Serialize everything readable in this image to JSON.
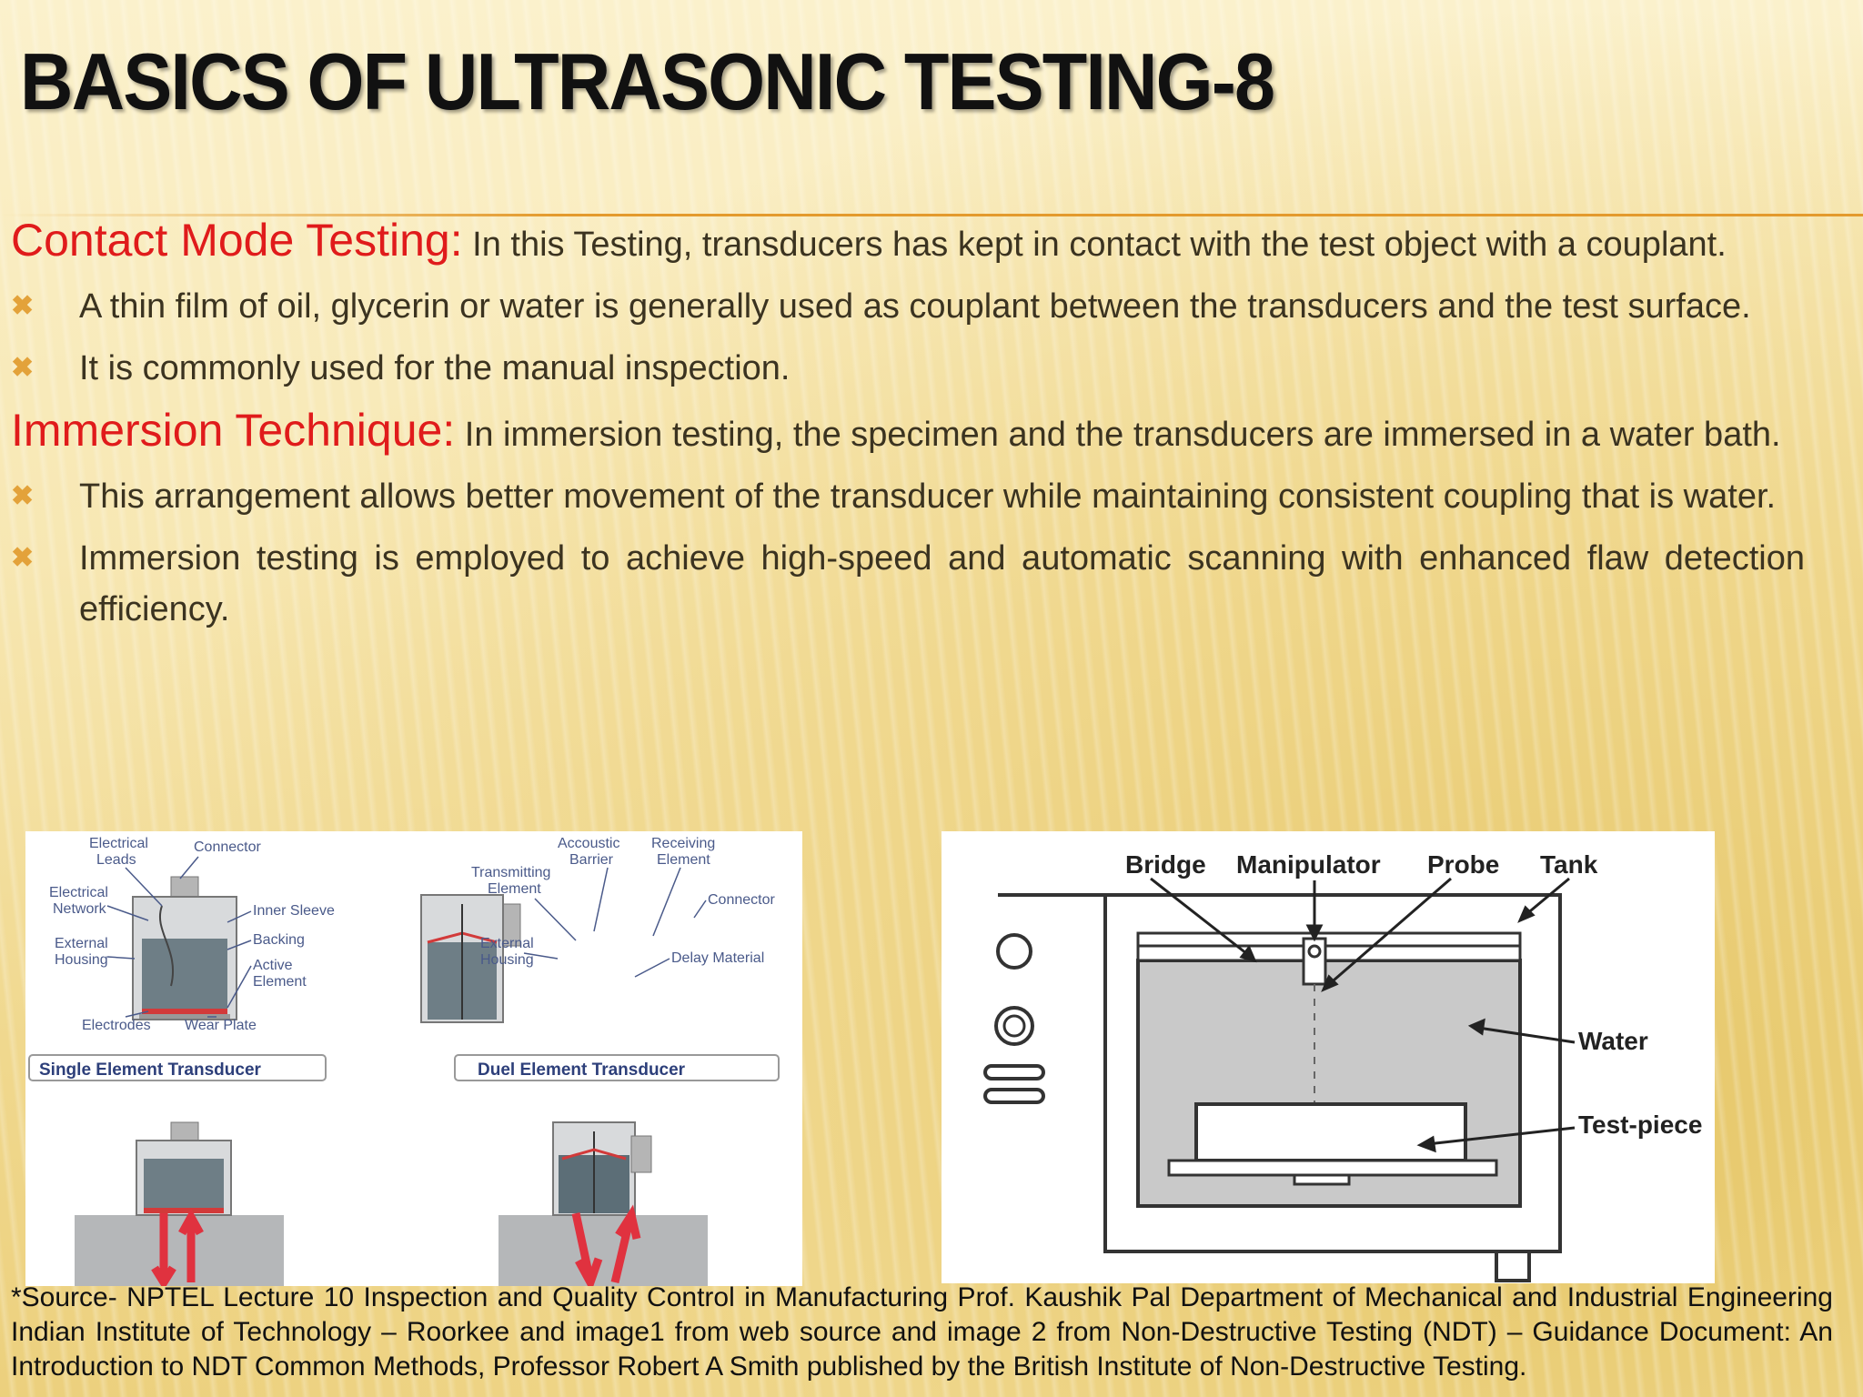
{
  "slide": {
    "title": "BASICS OF ULTRASONIC TESTING-8"
  },
  "contact": {
    "heading": "Contact Mode Testing:",
    "text": " In this Testing, transducers has kept  in  contact with the test object with a couplant.",
    "bullets": [
      "A thin film of oil, glycerin or water is generally used as couplant between the transducers and the test surface.",
      "It is commonly used for the manual inspection."
    ]
  },
  "immersion": {
    "heading": "Immersion Technique:",
    "text": " In immersion testing, the specimen and the transducers are immersed in a water bath.",
    "bullets": [
      "This arrangement allows better movement of the transducer while maintaining consistent coupling that is water.",
      "Immersion testing is employed to achieve high-speed and automatic scanning with enhanced flaw detection efficiency."
    ]
  },
  "bullet_icon": "cross-bullet-icon",
  "figure1": {
    "single": {
      "caption": "Single Element Transducer",
      "labels": {
        "electrical_leads_1": "Electrical",
        "electrical_leads_2": "Leads",
        "connector": "Connector",
        "electrical_network_1": "Electrical",
        "electrical_network_2": "Network",
        "inner_sleeve": "Inner Sleeve",
        "external_housing_1": "External",
        "external_housing_2": "Housing",
        "backing": "Backing",
        "active_element_1": "Active",
        "active_element_2": "Element",
        "electrodes": "Electrodes",
        "wear_plate": "Wear Plate"
      }
    },
    "dual": {
      "caption": "Duel Element Transducer",
      "labels": {
        "acoustic_barrier_1": "Accoustic",
        "acoustic_barrier_2": "Barrier",
        "receiving_element_1": "Receiving",
        "receiving_element_2": "Element",
        "transmitting_element_1": "Transmitting",
        "transmitting_element_2": "Element",
        "connector": "Connector",
        "external_housing_1": "External",
        "external_housing_2": "Housing",
        "delay_material": "Delay Material"
      }
    }
  },
  "figure2": {
    "labels": {
      "bridge": "Bridge",
      "manipulator": "Manipulator",
      "probe": "Probe",
      "tank": "Tank",
      "water": "Water",
      "test_piece": "Test-piece"
    }
  },
  "footnote": "*Source- NPTEL Lecture 10  Inspection and Quality Control in Manufacturing Prof. Kaushik Pal Department of Mechanical and Industrial Engineering  Indian Institute of Technology – Roorkee and image1 from web source and image 2 from Non-Destructive Testing (NDT) – Guidance Document: An Introduction to NDT Common Methods, Professor Robert A Smith published by the British Institute of Non-Destructive Testing."
}
